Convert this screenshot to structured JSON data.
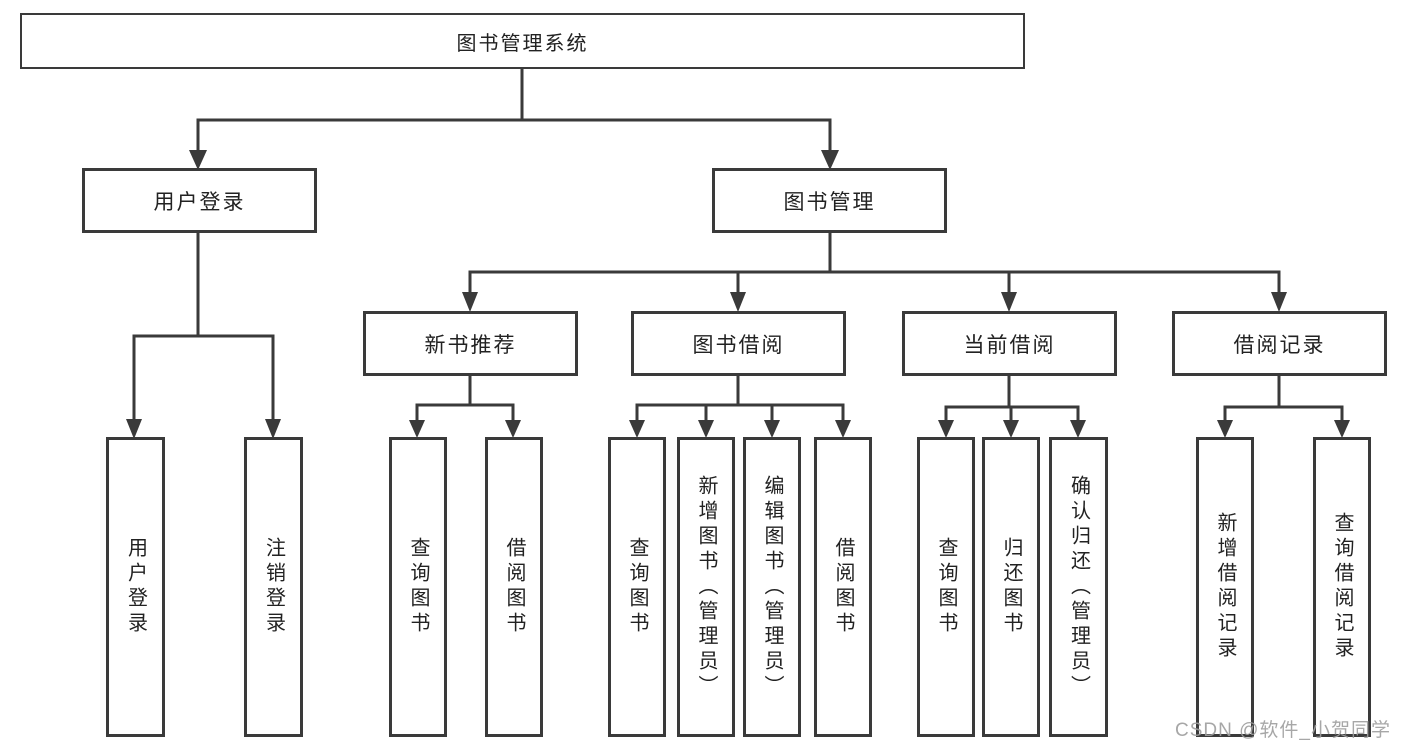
{
  "root": {
    "label": "图书管理系统"
  },
  "level1": [
    {
      "label": "用户登录"
    },
    {
      "label": "图书管理"
    }
  ],
  "level2": [
    {
      "label": "新书推荐"
    },
    {
      "label": "图书借阅"
    },
    {
      "label": "当前借阅"
    },
    {
      "label": "借阅记录"
    }
  ],
  "leaves": {
    "user_login": [
      {
        "label": "用户登录"
      },
      {
        "label": "注销登录"
      }
    ],
    "new_books": [
      {
        "label": "查询图书"
      },
      {
        "label": "借阅图书"
      }
    ],
    "book_borrow": [
      {
        "label": "查询图书"
      },
      {
        "label": "新增图书（管理员）"
      },
      {
        "label": "编辑图书（管理员）"
      },
      {
        "label": "借阅图书"
      }
    ],
    "current_borrow": [
      {
        "label": "查询图书"
      },
      {
        "label": "归还图书"
      },
      {
        "label": "确认归还（管理员）"
      }
    ],
    "borrow_records": [
      {
        "label": "新增借阅记录"
      },
      {
        "label": "查询借阅记录"
      }
    ]
  },
  "watermark": {
    "text": "CSDN @软件_小贺同学"
  },
  "colors": {
    "line": "#3a3a3a",
    "text": "#222222",
    "watermark": "#9e9e9e",
    "background": "#ffffff"
  }
}
